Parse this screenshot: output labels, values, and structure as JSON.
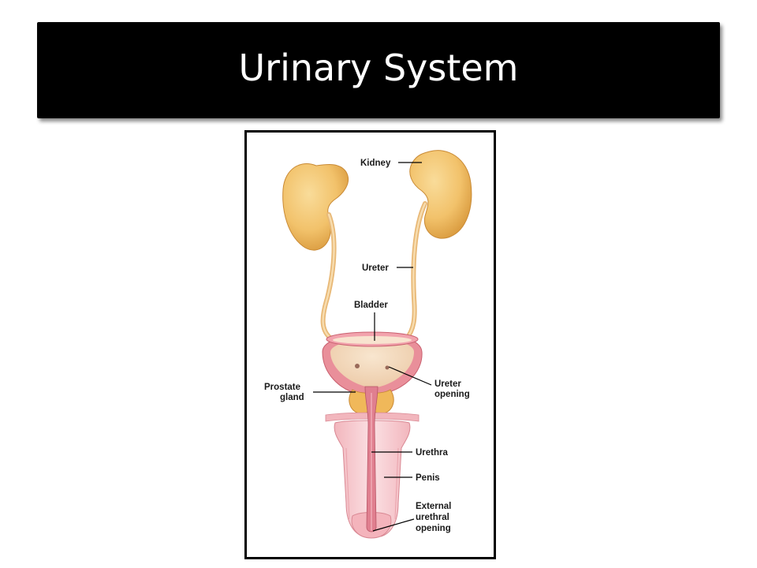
{
  "slide": {
    "title": "Urinary System"
  },
  "diagram": {
    "labels": {
      "kidney": "Kidney",
      "ureter": "Ureter",
      "bladder": "Bladder",
      "prostate_line1": "Prostate",
      "prostate_line2": "gland",
      "ureter_opening_line1": "Ureter",
      "ureter_opening_line2": "opening",
      "urethra": "Urethra",
      "penis": "Penis",
      "external_line1": "External",
      "external_line2": "urethral",
      "external_line3": "opening"
    },
    "colors": {
      "kidney": "#f2c26b",
      "ureter": "#f0c98c",
      "bladder_wall": "#e98f9a",
      "bladder_inner": "#f3dcc0",
      "prostate": "#f0b85a",
      "penis_tissue": "#f6c6cc",
      "urethra": "#e07f8f"
    }
  }
}
